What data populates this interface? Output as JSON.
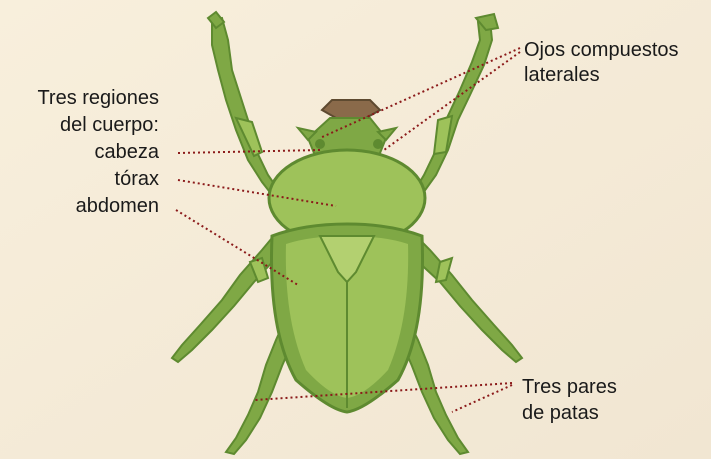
{
  "labels": {
    "regions_title_line1": "Tres regiones",
    "regions_title_line2": "del cuerpo:",
    "head": "cabeza",
    "thorax": "tórax",
    "abdomen": "abdomen",
    "eyes_line1": "Ojos compuestos",
    "eyes_line2": "laterales",
    "legs_line1": "Tres pares",
    "legs_line2": "de patas"
  },
  "colors": {
    "background": "#f8efdc",
    "body_light": "#9ec25a",
    "body_mid": "#7fa845",
    "body_dark": "#5e8a30",
    "horn": "#8a6a4a",
    "leader_line": "#8b1a1a"
  }
}
